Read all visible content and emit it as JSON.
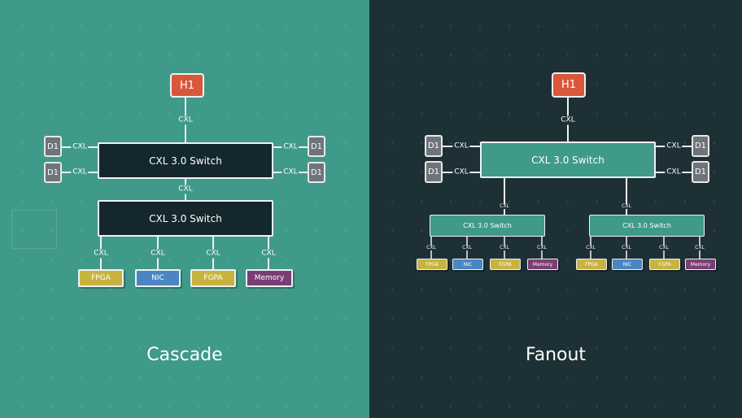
{
  "cascade": {
    "caption": "Cascade",
    "host": "H1",
    "device": "D1",
    "link": "CXL",
    "top_switch": "CXL 3.0 Switch",
    "bottom_switch": "CXL 3.0 Switch",
    "endpoints": [
      "FPGA",
      "NIC",
      "FGPA",
      "Memory"
    ]
  },
  "fanout": {
    "caption": "Fanout",
    "host": "H1",
    "device": "D1",
    "link": "CXL",
    "top_switch": "CXL 3.0 Switch",
    "left_switch": "CXL 3.0 Switch",
    "right_switch": "CXL 3.0 Switch",
    "left_endpoints": [
      "FPGA",
      "NIC",
      "FGPA",
      "Memory"
    ],
    "right_endpoints": [
      "FPGA",
      "NIC",
      "FGPA",
      "Memory"
    ]
  },
  "colors": {
    "cascade_bg": "#3f9a8a",
    "fanout_bg": "#1d3036",
    "host": "#d9573a",
    "fpga": "#c9b33f",
    "nic": "#4a86c4",
    "memory": "#7a3e74"
  }
}
